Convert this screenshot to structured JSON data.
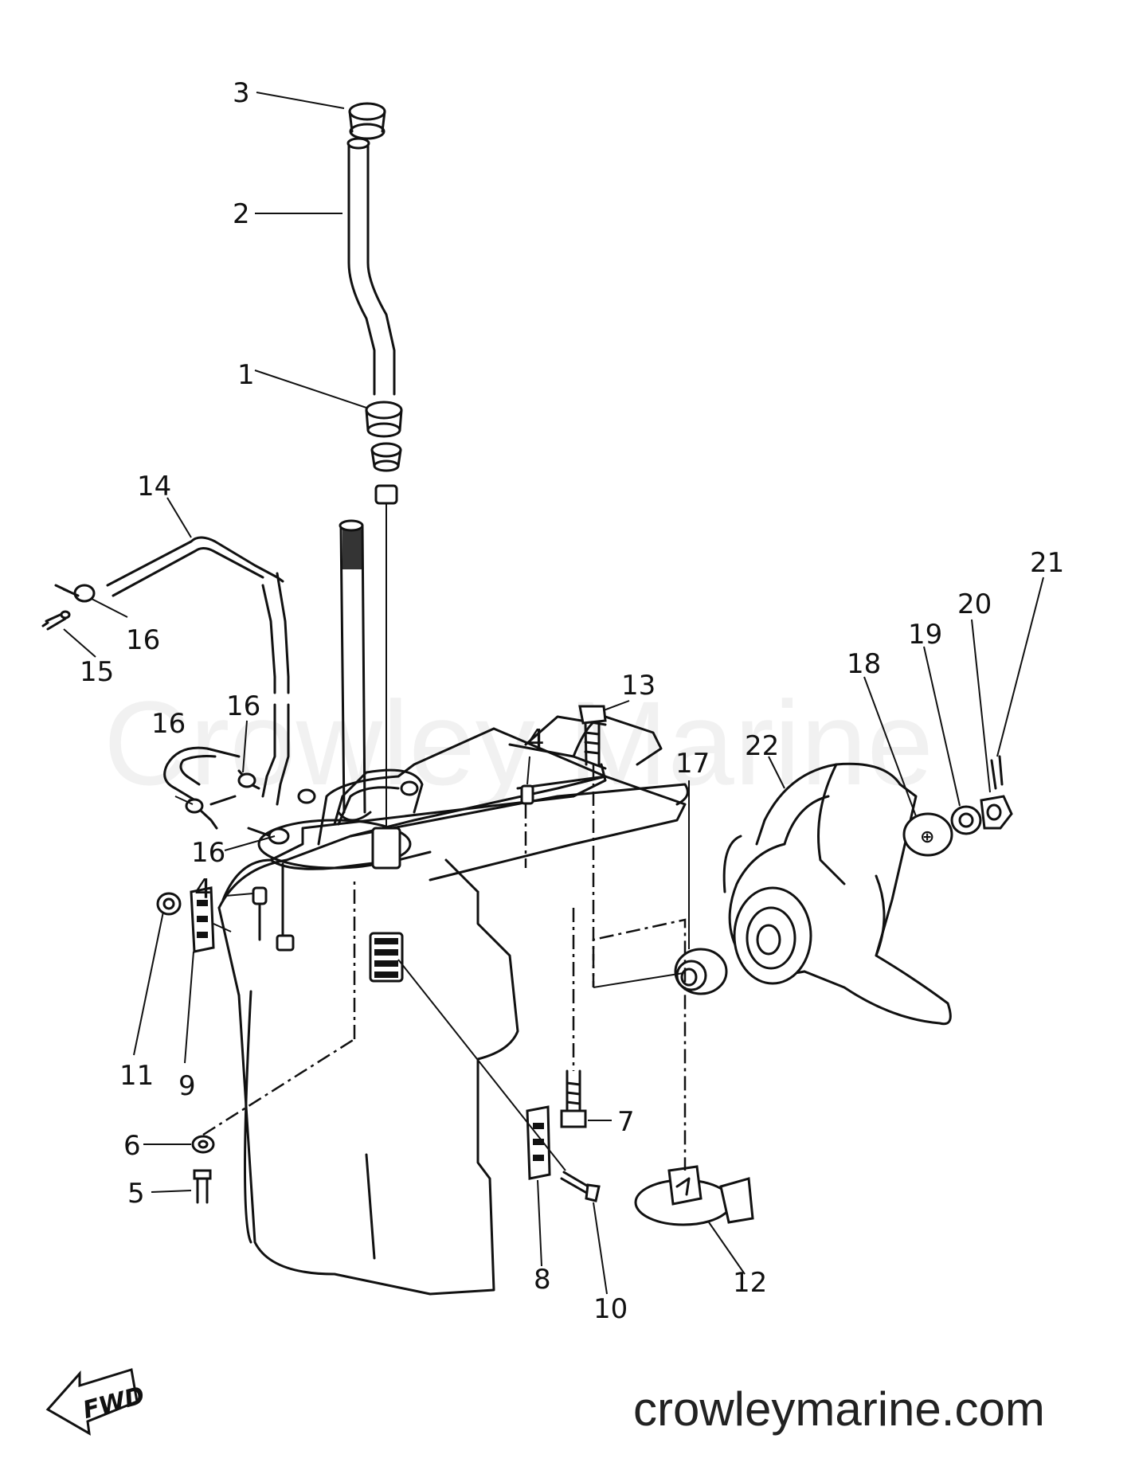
{
  "watermark": "Crowley Marine",
  "site_url": "crowleymarine.com",
  "fwd_badge": "FWD",
  "callouts": [
    "3",
    "2",
    "1",
    "14",
    "16",
    "15",
    "16",
    "16",
    "16",
    "4",
    "13",
    "4",
    "17",
    "22",
    "18",
    "19",
    "20",
    "21",
    "11",
    "9",
    "6",
    "5",
    "7",
    "8",
    "10",
    "12"
  ]
}
